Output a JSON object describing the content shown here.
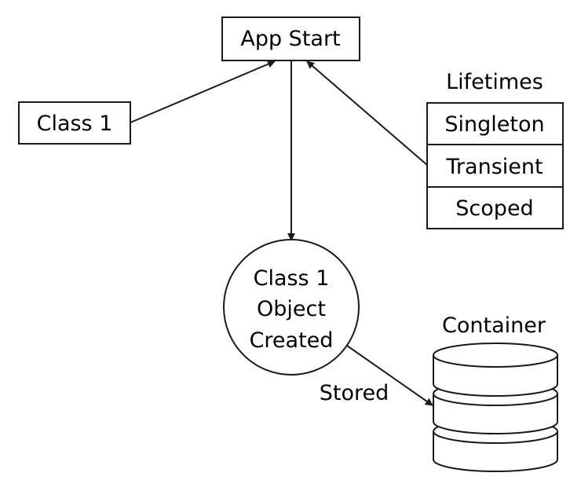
{
  "diagram": {
    "nodes": {
      "app_start": "App Start",
      "class1": "Class 1",
      "lifetimes_title": "Lifetimes",
      "lifetimes": [
        "Singleton",
        "Transient",
        "Scoped"
      ],
      "object": [
        "Class 1",
        "Object",
        "Created"
      ],
      "container": "Container"
    },
    "edges": {
      "stored": "Stored"
    }
  },
  "colors": {
    "stroke": "#1a1a1a",
    "fill": "#ffffff"
  }
}
